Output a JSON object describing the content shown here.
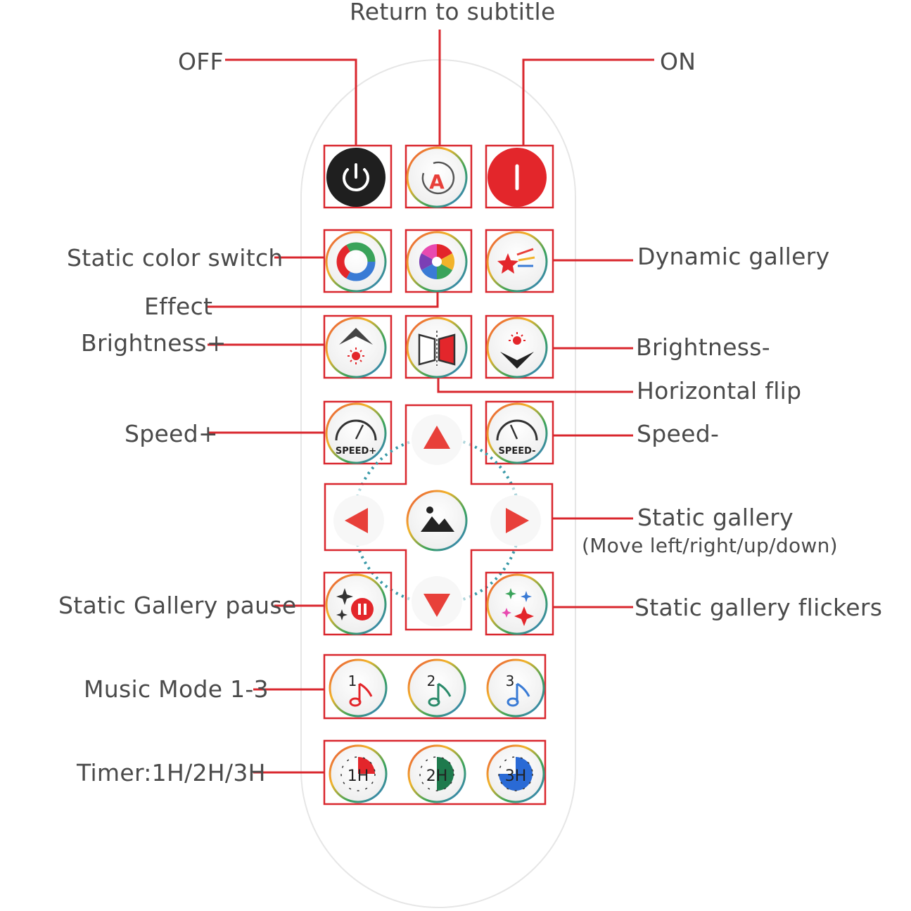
{
  "labels": {
    "return_to_subtitle": "Return to subtitle",
    "off": "OFF",
    "on": "ON",
    "static_color_switch": "Static color switch",
    "dynamic_gallery": "Dynamic gallery",
    "effect": "Effect",
    "brightness_plus": "Brightness+",
    "brightness_minus": "Brightness-",
    "horizontal_flip": "Horizontal flip",
    "speed_plus": "Speed+",
    "speed_minus": "Speed-",
    "static_gallery": "Static gallery",
    "static_gallery_move": "(Move left/right/up/down)",
    "static_gallery_pause": "Static Gallery pause",
    "static_gallery_flickers": "Static gallery flickers",
    "music_mode": "Music Mode 1-3",
    "timer": "Timer:1H/2H/3H"
  },
  "button_text": {
    "speed_plus": "SPEED+",
    "speed_minus": "SPEED-",
    "music1": "1",
    "music2": "2",
    "music3": "3",
    "timer1": "1H",
    "timer2": "2H",
    "timer3": "3H",
    "subtitle_letter": "A"
  },
  "colors": {
    "callout": "#d9272e",
    "arrow": "#e8403a",
    "off_button": "#1f1f1f",
    "on_button": "#e3262b",
    "text": "#4a4a4a"
  }
}
